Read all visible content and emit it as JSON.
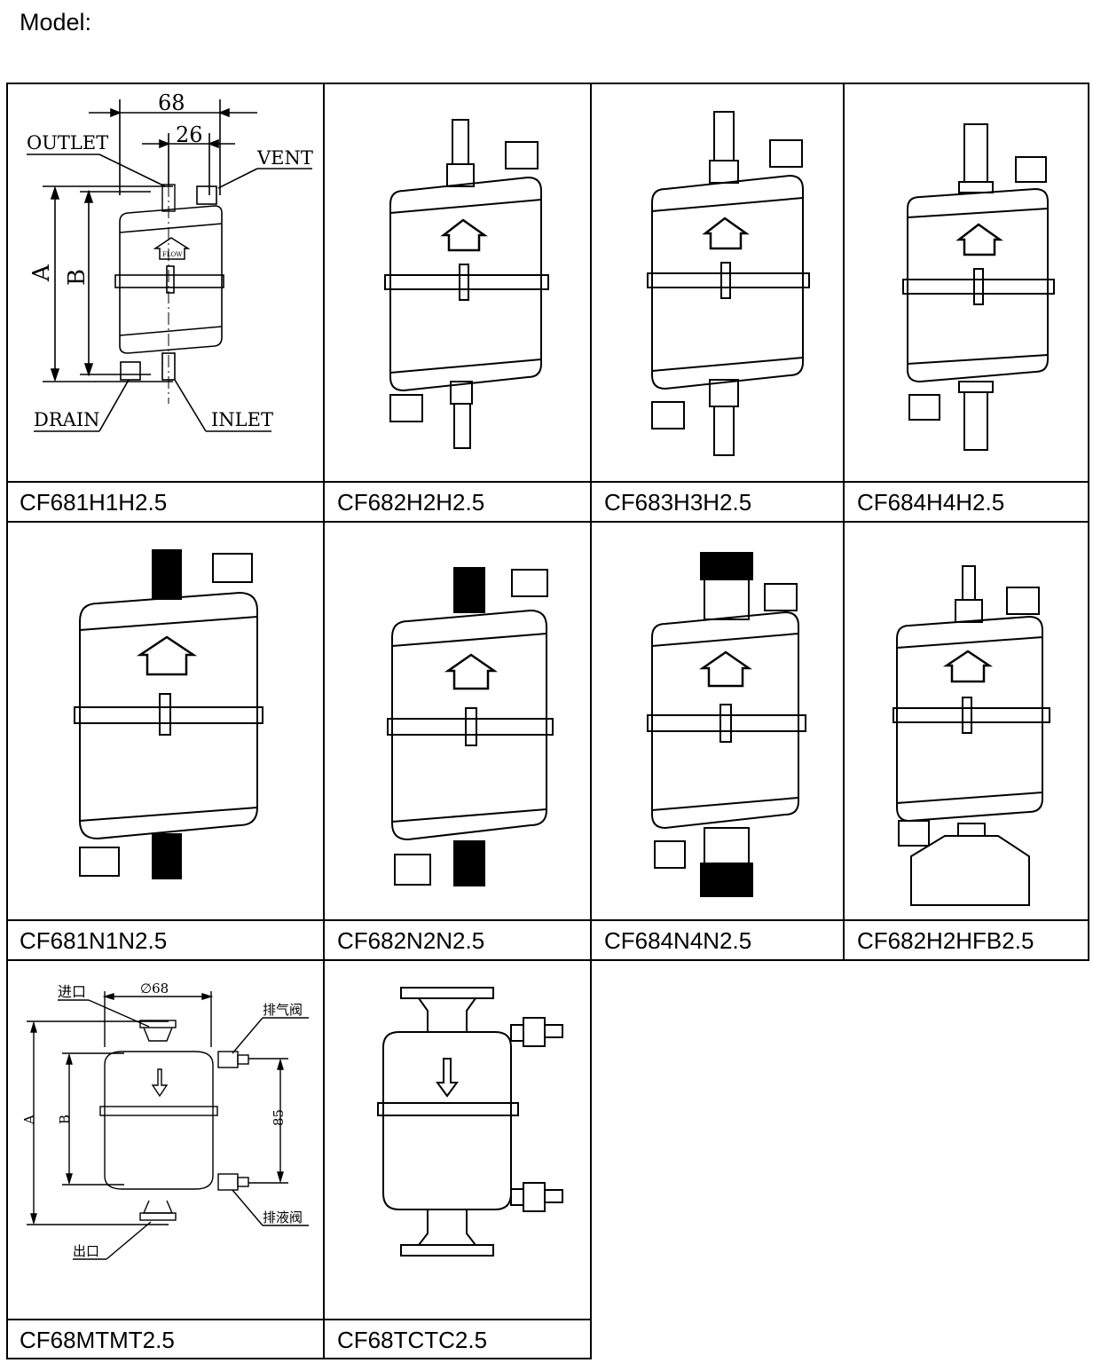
{
  "heading": "Model:",
  "cells": [
    {
      "model": "CF681H1H2.5"
    },
    {
      "model": "CF682H2H2.5"
    },
    {
      "model": "CF683H3H2.5"
    },
    {
      "model": "CF684H4H2.5"
    },
    {
      "model": "CF681N1N2.5"
    },
    {
      "model": "CF682N2N2.5"
    },
    {
      "model": "CF684N4N2.5"
    },
    {
      "model": "CF682H2HFB2.5"
    },
    {
      "model": "CF68MTMT2.5"
    },
    {
      "model": "CF68TCTC2.5"
    }
  ],
  "drawing1": {
    "dim_width": "68",
    "dim_port": "26",
    "outlet": "OUTLET",
    "vent": "VENT",
    "dim_a": "A",
    "dim_b": "B",
    "drain": "DRAIN",
    "inlet": "INLET",
    "flow_mark": "FLOW"
  },
  "drawing9": {
    "inlet": "进口",
    "dim_width": "∅68",
    "vent_valve": "排气阀",
    "dim_a": "A",
    "dim_b": "B",
    "dim_85": "85",
    "drain_valve": "排液阀",
    "outlet": "出口"
  }
}
